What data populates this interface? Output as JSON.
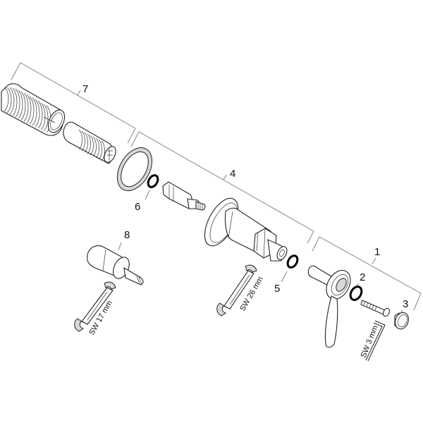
{
  "diagram": {
    "title": "Exploded parts view - wall valve with lever handle",
    "groups": [
      {
        "id": "group-7",
        "label": "7",
        "description": "Extension set (threaded sleeve + extension spindle)"
      },
      {
        "id": "group-4",
        "label": "4",
        "description": "Valve body / cartridge assembly"
      },
      {
        "id": "group-1",
        "label": "1",
        "description": "Lever handle set"
      }
    ],
    "parts": [
      {
        "id": "part-2",
        "label": "2",
        "name": "O-ring (handle)"
      },
      {
        "id": "part-3",
        "label": "3",
        "name": "Cover cap"
      },
      {
        "id": "part-5",
        "label": "5",
        "name": "O-ring (cartridge)"
      },
      {
        "id": "part-6",
        "label": "6",
        "name": "O-ring (extension)"
      },
      {
        "id": "part-8",
        "label": "8",
        "name": "Tool socket"
      }
    ],
    "tools": [
      {
        "id": "wrench-17",
        "label": "SW 17 mm",
        "type": "open-end wrench"
      },
      {
        "id": "wrench-26",
        "label": "SW 26 mm",
        "type": "open-end wrench"
      },
      {
        "id": "hex-key-3",
        "label": "SW 3 mm",
        "type": "hex key"
      }
    ],
    "colors": {
      "line": "#222222",
      "bracket": "#888888",
      "background": "#ffffff"
    }
  }
}
